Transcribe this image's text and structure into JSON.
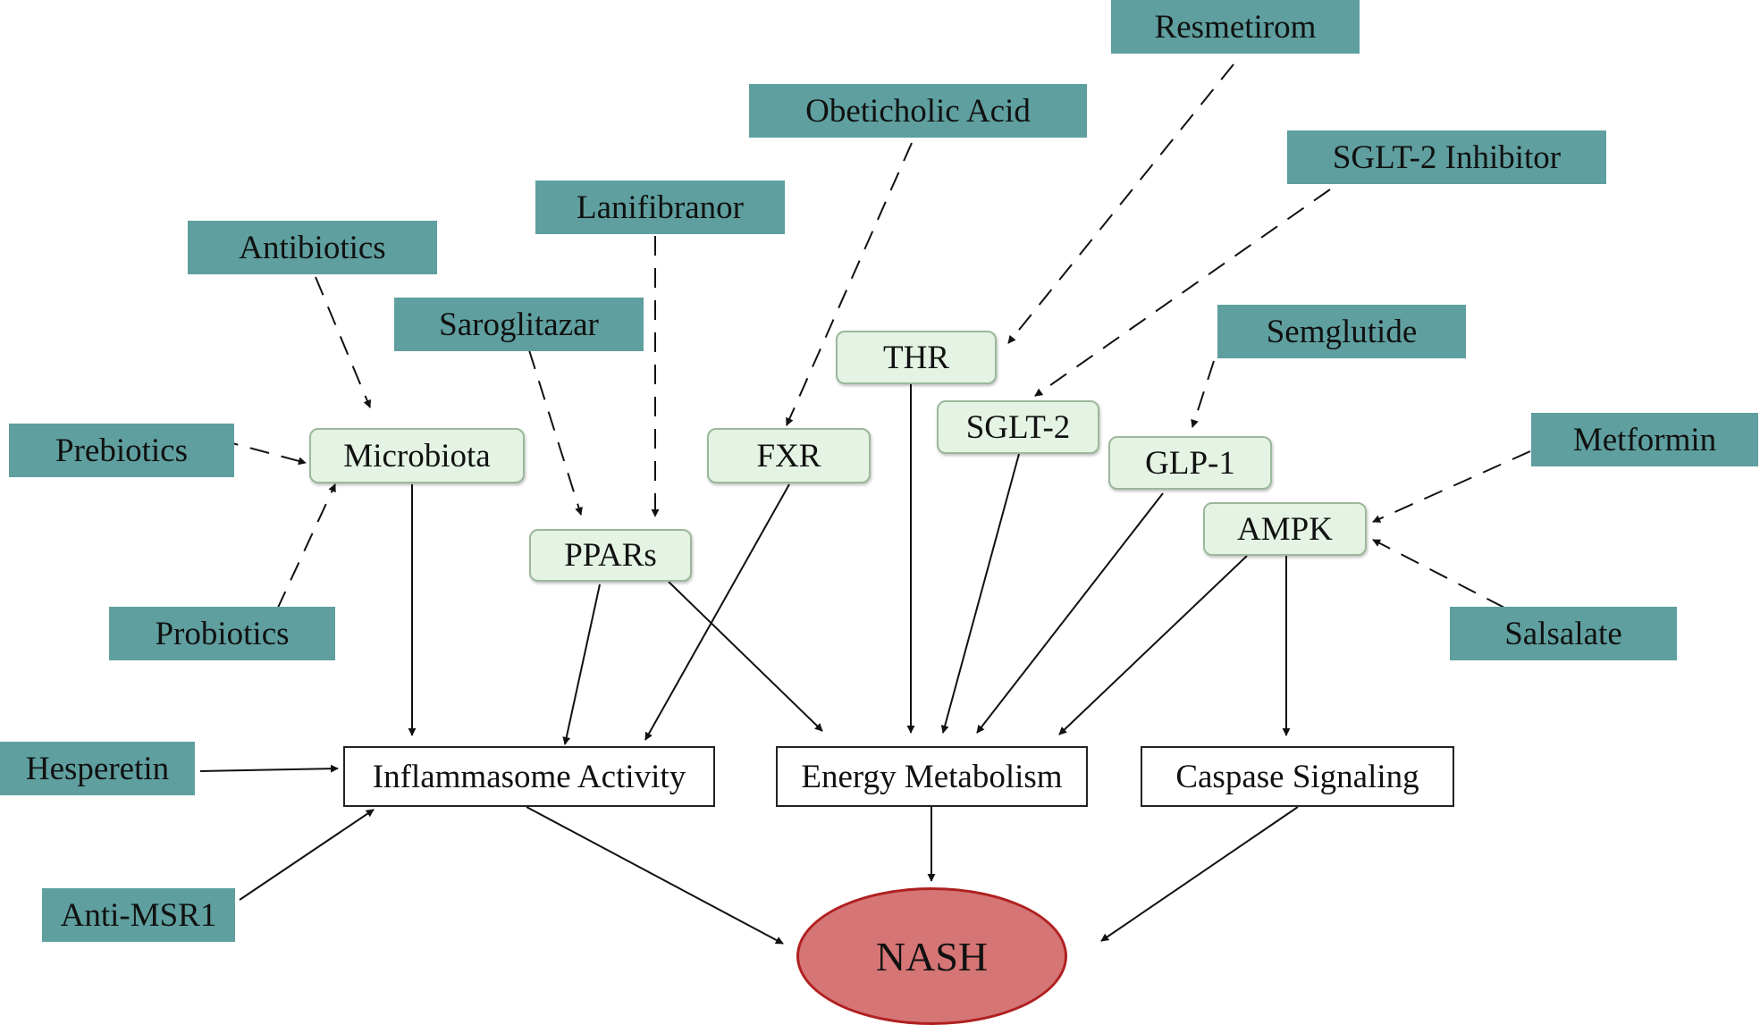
{
  "drugs": {
    "resmetirom": "Resmetirom",
    "obeticholic_acid": "Obeticholic Acid",
    "sglt2_inhibitor": "SGLT-2 Inhibitor",
    "lanifibranor": "Lanifibranor",
    "antibiotics": "Antibiotics",
    "saroglitazar": "Saroglitazar",
    "semglutide": "Semglutide",
    "prebiotics": "Prebiotics",
    "metformin": "Metformin",
    "probiotics": "Probiotics",
    "salsalate": "Salsalate",
    "hesperetin": "Hesperetin",
    "anti_msr1": "Anti-MSR1"
  },
  "targets": {
    "thr": "THR",
    "sglt2": "SGLT-2",
    "microbiota": "Microbiota",
    "fxr": "FXR",
    "glp1": "GLP-1",
    "ampk": "AMPK",
    "ppars": "PPARs"
  },
  "processes": {
    "inflammasome": "Inflammasome Activity",
    "energy": "Energy Metabolism",
    "caspase": "Caspase Signaling"
  },
  "outcome": {
    "label": "NASH"
  },
  "colors": {
    "drug_fill": "#5f9f9f",
    "target_fill": "#e4f3e4",
    "target_border": "#9cb89c",
    "outcome_fill": "#d57575",
    "outcome_border": "#b02020",
    "arrow": "#111111"
  },
  "edges": [
    {
      "from": "drugs.resmetirom",
      "to": "targets.thr",
      "style": "dashed"
    },
    {
      "from": "drugs.obeticholic_acid",
      "to": "targets.fxr",
      "style": "dashed"
    },
    {
      "from": "drugs.sglt2_inhibitor",
      "to": "targets.sglt2",
      "style": "dashed"
    },
    {
      "from": "drugs.lanifibranor",
      "to": "targets.ppars",
      "style": "dashed"
    },
    {
      "from": "drugs.saroglitazar",
      "to": "targets.ppars",
      "style": "dashed"
    },
    {
      "from": "drugs.antibiotics",
      "to": "targets.microbiota",
      "style": "dashed"
    },
    {
      "from": "drugs.prebiotics",
      "to": "targets.microbiota",
      "style": "dashed"
    },
    {
      "from": "drugs.probiotics",
      "to": "targets.microbiota",
      "style": "dashed"
    },
    {
      "from": "drugs.semglutide",
      "to": "targets.glp1",
      "style": "dashed"
    },
    {
      "from": "drugs.metformin",
      "to": "targets.ampk",
      "style": "dashed"
    },
    {
      "from": "drugs.salsalate",
      "to": "targets.ampk",
      "style": "dashed"
    },
    {
      "from": "targets.microbiota",
      "to": "processes.inflammasome",
      "style": "solid"
    },
    {
      "from": "targets.ppars",
      "to": "processes.inflammasome",
      "style": "solid"
    },
    {
      "from": "targets.fxr",
      "to": "processes.inflammasome",
      "style": "solid"
    },
    {
      "from": "drugs.hesperetin",
      "to": "processes.inflammasome",
      "style": "solid"
    },
    {
      "from": "drugs.anti_msr1",
      "to": "processes.inflammasome",
      "style": "solid"
    },
    {
      "from": "targets.ppars",
      "to": "processes.energy",
      "style": "solid"
    },
    {
      "from": "targets.thr",
      "to": "processes.energy",
      "style": "solid"
    },
    {
      "from": "targets.sglt2",
      "to": "processes.energy",
      "style": "solid"
    },
    {
      "from": "targets.glp1",
      "to": "processes.energy",
      "style": "solid"
    },
    {
      "from": "targets.ampk",
      "to": "processes.energy",
      "style": "solid"
    },
    {
      "from": "targets.ampk",
      "to": "processes.caspase",
      "style": "solid"
    },
    {
      "from": "processes.inflammasome",
      "to": "outcome",
      "style": "solid"
    },
    {
      "from": "processes.energy",
      "to": "outcome",
      "style": "solid"
    },
    {
      "from": "processes.caspase",
      "to": "outcome",
      "style": "solid"
    }
  ]
}
